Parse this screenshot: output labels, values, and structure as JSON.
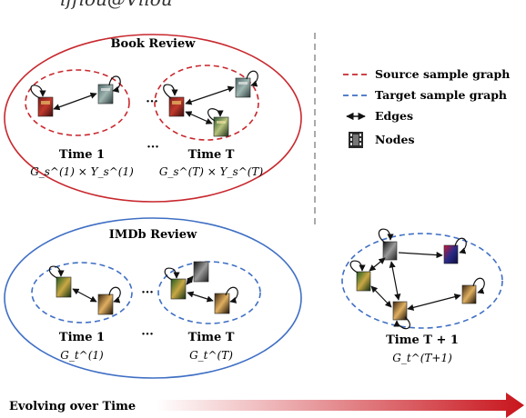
{
  "header_fragment": "iffiou@Viiou",
  "domains": {
    "source": {
      "title": "Book Review",
      "time_first": "Time 1",
      "time_last": "Time T",
      "formula_first": "G_s^(1) × Y_s^(1)",
      "formula_last": "G_s^(T) × Y_s^(T)",
      "ellipsis": "···"
    },
    "target": {
      "title": "IMDb Review",
      "time_first": "Time 1",
      "time_last": "Time T",
      "formula_first": "G_t^(1)",
      "formula_last": "G_t^(T)",
      "ellipsis": "···"
    }
  },
  "legend": {
    "source_label": "Source sample graph",
    "target_label": "Target sample graph",
    "edges_label": "Edges",
    "nodes_label": "Nodes"
  },
  "future": {
    "time_label": "Time T + 1",
    "formula": "G_t^(T+1)"
  },
  "timeline": {
    "label": "Evolving over Time"
  },
  "colors": {
    "source": "#c8282e",
    "target": "#3f6fc4",
    "arrow_start": "#ffffff",
    "arrow_end": "#c8141c"
  },
  "icons": {
    "node": "book-cover-thumbnail",
    "legend_node": "film-strip-icon"
  }
}
